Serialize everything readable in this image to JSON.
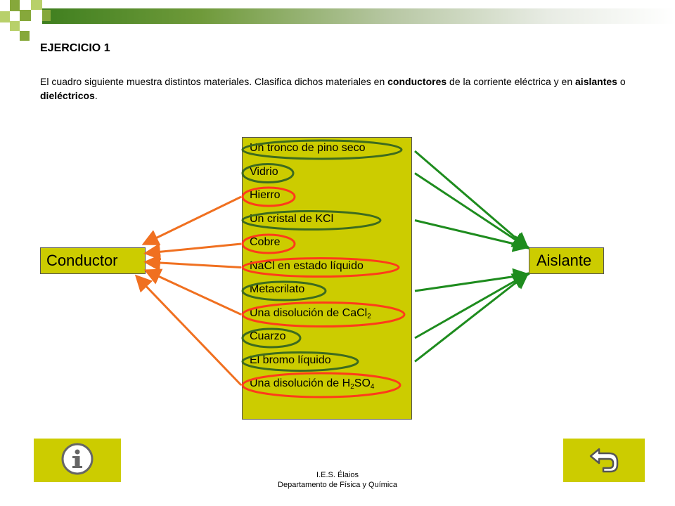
{
  "title": "EJERCICIO 1",
  "intro": {
    "part1": "El cuadro siguiente muestra distintos materiales. Clasifica dichos materiales en ",
    "bold1": "conductores",
    "part2": " de la corriente eléctrica y en ",
    "bold2": "aislantes",
    "part3": " o ",
    "bold3": "dieléctricos",
    "part4": "."
  },
  "materials": [
    {
      "text": "Un tronco de pino seco",
      "sub": "",
      "tail": "",
      "tail_sub": "",
      "class": "aislante"
    },
    {
      "text": "Vidrio",
      "sub": "",
      "tail": "",
      "tail_sub": "",
      "class": "aislante"
    },
    {
      "text": "Hierro",
      "sub": "",
      "tail": "",
      "tail_sub": "",
      "class": "conductor"
    },
    {
      "text": "Un cristal de KCl",
      "sub": "",
      "tail": "",
      "tail_sub": "",
      "class": "aislante"
    },
    {
      "text": "Cobre",
      "sub": "",
      "tail": "",
      "tail_sub": "",
      "class": "conductor"
    },
    {
      "text": "NaCl en estado líquido",
      "sub": "",
      "tail": "",
      "tail_sub": "",
      "class": "conductor"
    },
    {
      "text": "Metacrilato",
      "sub": "",
      "tail": "",
      "tail_sub": "",
      "class": "aislante"
    },
    {
      "text": "Una disolución de CaCl",
      "sub": "2",
      "tail": "",
      "tail_sub": "",
      "class": "conductor"
    },
    {
      "text": "Cuarzo",
      "sub": "",
      "tail": "",
      "tail_sub": "",
      "class": "aislante"
    },
    {
      "text": "El bromo líquido",
      "sub": "",
      "tail": "",
      "tail_sub": "",
      "class": "aislante"
    },
    {
      "text": "Una disolución de H",
      "sub": "2",
      "tail": "SO",
      "tail_sub": "4",
      "class": "conductor"
    }
  ],
  "nodes": {
    "conductor": "Conductor",
    "aislante": "Aislante"
  },
  "colors": {
    "conductor": "#f07020",
    "aislante": "#2e8b1f",
    "box_fill": "#cccc00",
    "ellipse_conductor": "#ff3b1a",
    "ellipse_aislante": "#3d6b1f"
  },
  "buttons": {
    "info_icon": "info-icon",
    "back_icon": "return-arrow-icon"
  },
  "footer": {
    "line1": "I.E.S. Élaios",
    "line2": "Departamento de Física y Química"
  }
}
